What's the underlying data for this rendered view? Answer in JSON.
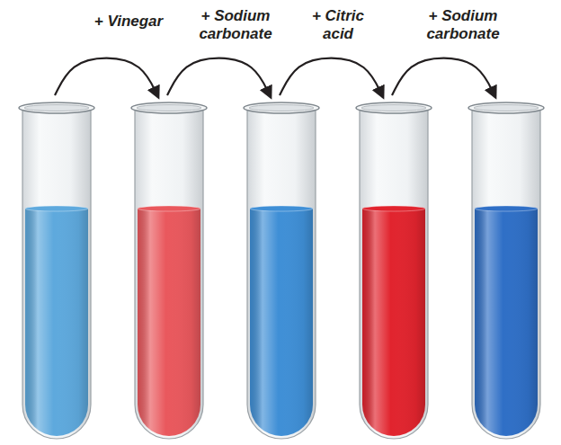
{
  "diagram": {
    "labels": [
      "+ Vinegar",
      "+ Sodium carbonate",
      "+ Citric acid",
      "+ Sodium carbonate"
    ]
  }
}
